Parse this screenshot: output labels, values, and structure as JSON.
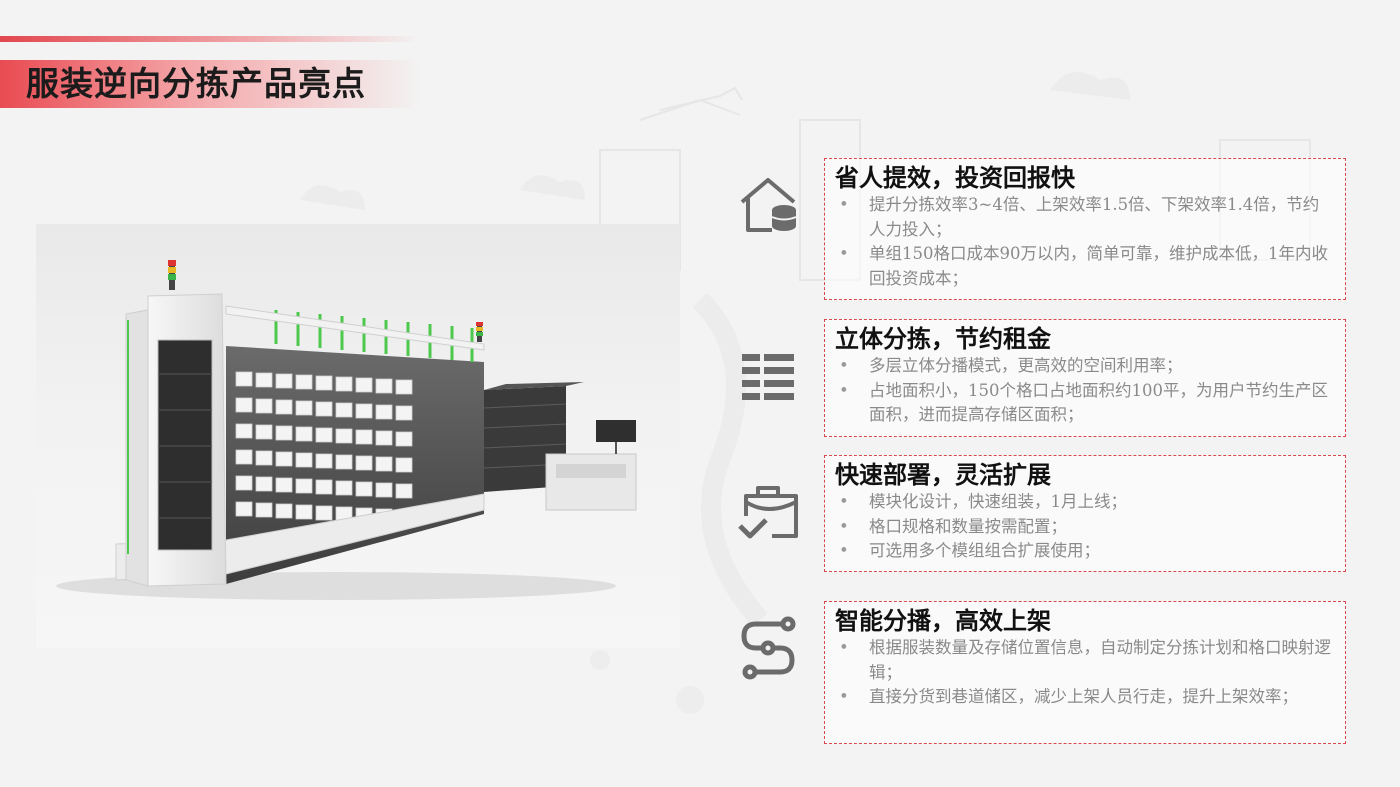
{
  "page": {
    "title": "服装逆向分拣产品亮点"
  },
  "colors": {
    "accent": "#e2474e",
    "title_text": "#1b1b1b",
    "body_text": "#8a8a8a",
    "icon": "#6b6b6b"
  },
  "highlights": [
    {
      "icon": "house-coins-icon",
      "title": "省人提效，投资回报快",
      "bullets": [
        "提升分拣效率3~4倍、上架效率1.5倍、下架效率1.4倍，节约人力投入；",
        "单组150格口成本90万以内，简单可靠，维护成本低，1年内收回投资成本；"
      ]
    },
    {
      "icon": "grid-rows-icon",
      "title": "立体分拣，节约租金",
      "bullets": [
        "多层立体分播模式，更高效的空间利用率；",
        "占地面积小，150个格口占地面积约100平，为用户节约生产区面积，进而提高存储区面积；"
      ]
    },
    {
      "icon": "briefcase-check-icon",
      "title": "快速部署，灵活扩展",
      "bullets": [
        "模块化设计，快速组装，1月上线；",
        "格口规格和数量按需配置；",
        "可选用多个模组组合扩展使用；"
      ]
    },
    {
      "icon": "route-path-icon",
      "title": "智能分播，高效上架",
      "bullets": [
        "根据服装数量及存储位置信息，自动制定分拣计划和格口映射逻辑；",
        "直接分货到巷道储区，减少上架人员行走，提升上架效率；"
      ]
    }
  ]
}
